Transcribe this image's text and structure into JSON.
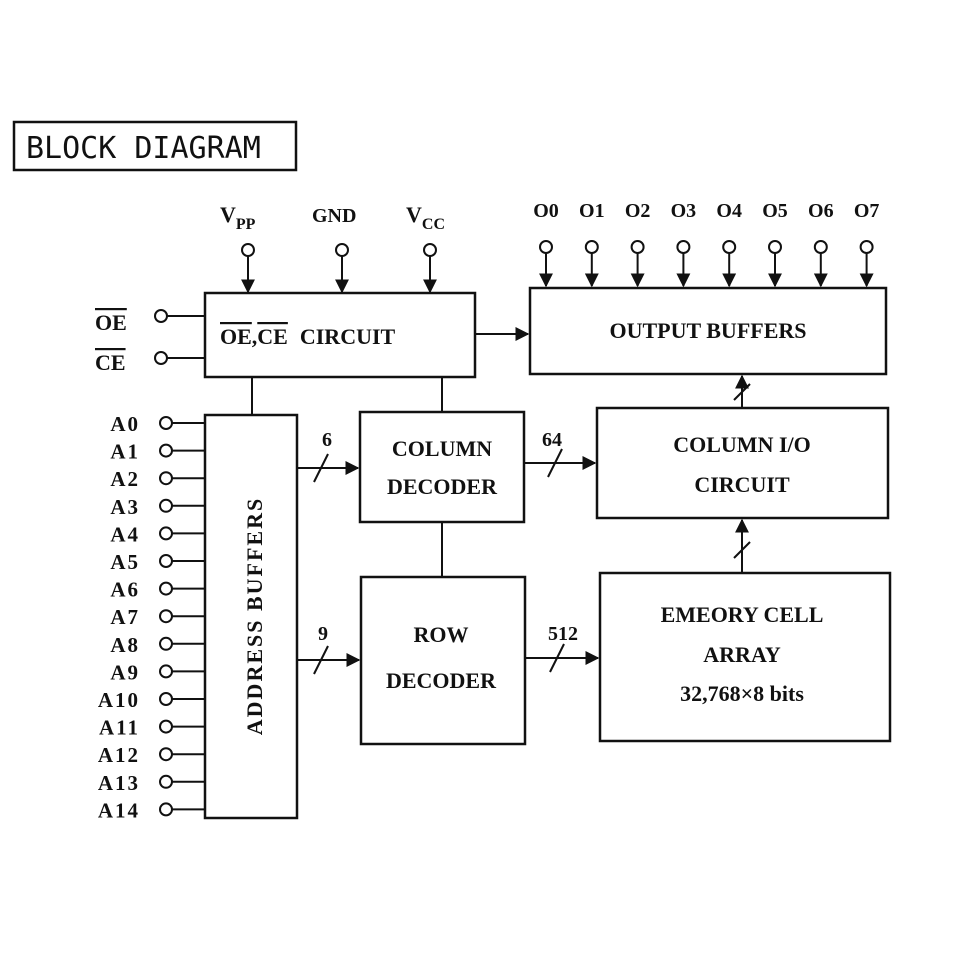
{
  "title": "BLOCK DIAGRAM",
  "power_pins": {
    "vpp": {
      "main": "V",
      "sub": "PP"
    },
    "gnd": "GND",
    "vcc": {
      "main": "V",
      "sub": "CC"
    }
  },
  "output_pins": [
    "O0",
    "O1",
    "O2",
    "O3",
    "O4",
    "O5",
    "O6",
    "O7"
  ],
  "control_pins": [
    "OE",
    "CE"
  ],
  "address_pins": [
    "A0",
    "A1",
    "A2",
    "A3",
    "A4",
    "A5",
    "A6",
    "A7",
    "A8",
    "A9",
    "A10",
    "A11",
    "A12",
    "A13",
    "A14"
  ],
  "blocks": {
    "oe_ce_circuit": {
      "oe": "OE",
      "sep": ",",
      "ce": "CE",
      "rest": "CIRCUIT"
    },
    "output_buffers": "OUTPUT BUFFERS",
    "address_buffers": "ADDRESS BUFFERS",
    "column_decoder": [
      "COLUMN",
      "DECODER"
    ],
    "row_decoder": [
      "ROW",
      "DECODER"
    ],
    "column_io_circuit": [
      "COLUMN I/O",
      "CIRCUIT"
    ],
    "memory_cell_array": [
      "EMEORY CELL",
      "ARRAY",
      "32,768×8 bits"
    ]
  },
  "bus_widths": {
    "addr_to_column": "6",
    "addr_to_row": "9",
    "column_to_io": "64",
    "row_to_array": "512"
  }
}
